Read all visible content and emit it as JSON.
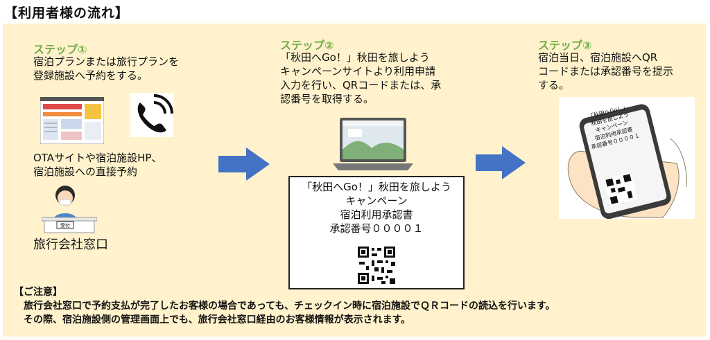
{
  "page_title": "【利用者様の流れ】",
  "step1": {
    "label": "ステップ①",
    "desc_lines": [
      "宿泊プランまたは旅行プランを",
      "登録施設へ予約をする。"
    ],
    "ota_lines": [
      "OTAサイトや宿泊施設HP、",
      "宿泊施設への直接予約"
    ],
    "counter_label": "旅行会社窓口",
    "counter_sign": "受付"
  },
  "step2": {
    "label": "ステップ②",
    "desc_lines": [
      "「秋田へGo！」秋田を旅しよう",
      "キャンペーンサイトより利用申請",
      "入力を行い、QRコードまたは、承",
      "認番号を取得する。"
    ],
    "certificate_lines": [
      "「秋田へGo！」秋田を旅しよう",
      "キャンペーン",
      "宿泊利用承認書",
      "承認番号００００１"
    ]
  },
  "step3": {
    "label": "ステップ③",
    "desc_lines": [
      "宿泊当日、宿泊施設へQR",
      "コードまたは承認番号を提示",
      "する。"
    ],
    "phone_lines": [
      "「秋田へGo！」",
      "秋田を旅しよう",
      "キャンペーン",
      "宿泊利用承認書",
      "承認番号００００１"
    ]
  },
  "notes": {
    "title": "【ご注意】",
    "lines": [
      "旅行会社窓口で予約支払が完了したお客様の場合であっても、チェックイン時に宿泊施設でＱＲコードの読込を行います。",
      "その際、宿泊施設側の管理画面上でも、旅行会社窓口経由のお客様情報が表示されます。"
    ]
  },
  "colors": {
    "panel": "#fff2cc",
    "step_label": "#70ad47",
    "arrow": "#4472c4"
  },
  "icons": [
    "website-screenshot-icon",
    "phone-call-icon",
    "receptionist-icon",
    "laptop-icon",
    "qr-code-icon",
    "smartphone-hand-icon",
    "arrow-right-icon"
  ]
}
